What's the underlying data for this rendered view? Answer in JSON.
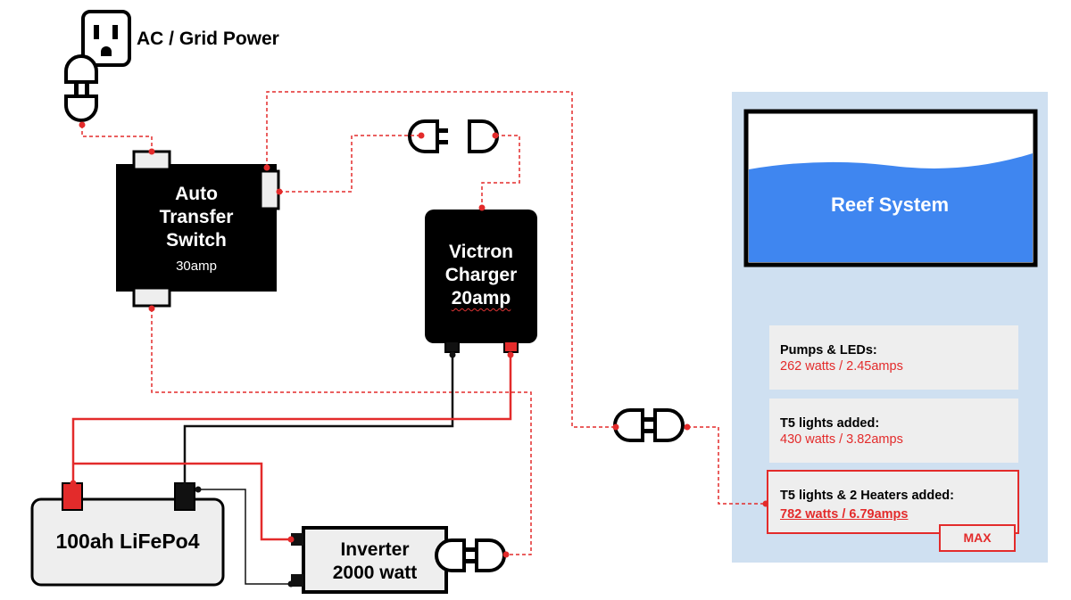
{
  "title": "AC / Grid Power",
  "ats": {
    "line1": "Auto",
    "line2": "Transfer",
    "line3": "Switch",
    "rating": "30amp"
  },
  "victron": {
    "line1": "Victron",
    "line2": "Charger",
    "line3": "20amp"
  },
  "battery": {
    "label": "100ah LiFePo4"
  },
  "inverter": {
    "line1": "Inverter",
    "line2": "2000 watt"
  },
  "reef": {
    "label": "Reef System"
  },
  "loads": [
    {
      "heading": "Pumps & LEDs:",
      "value": "262 watts / 2.45amps"
    },
    {
      "heading": "T5 lights added:",
      "value": "430 watts / 3.82amps"
    },
    {
      "heading": "T5 lights & 2 Heaters added:",
      "value": "782 watts / 6.79amps"
    }
  ],
  "max_label": "MAX",
  "colors": {
    "ac_wire": "#e32b2b",
    "dc_positive": "#e32b2b",
    "dc_negative": "#111111",
    "panel": "#cfe0f1",
    "water": "#3f86f0"
  },
  "icons": [
    "outlet-icon",
    "plug-icon",
    "plug-connector-icon",
    "battery-icon"
  ]
}
